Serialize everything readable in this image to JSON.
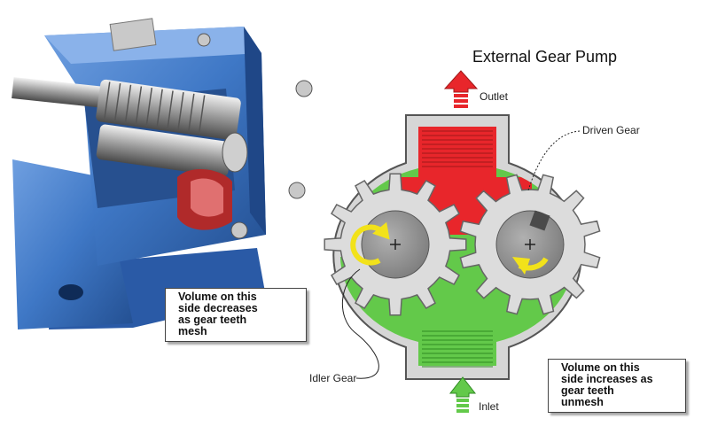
{
  "title": "External Gear Pump",
  "labels": {
    "outlet": "Outlet",
    "inlet": "Inlet",
    "driven_gear": "Driven Gear",
    "idler_gear": "Idler Gear"
  },
  "notes": {
    "left": [
      "Volume on this",
      "side decreases",
      "as gear teeth",
      "mesh"
    ],
    "right": [
      "Volume on this",
      "side increases as",
      "gear teeth",
      "unmesh"
    ]
  },
  "colors": {
    "pump_body": "#3f78c6",
    "casing": "#d9d9d9",
    "high_pressure_fluid": "#e8262b",
    "low_pressure_fluid": "#63c94a",
    "gear_hub": "#8f8f8f",
    "rotation_arrow": "#f2e21a"
  }
}
